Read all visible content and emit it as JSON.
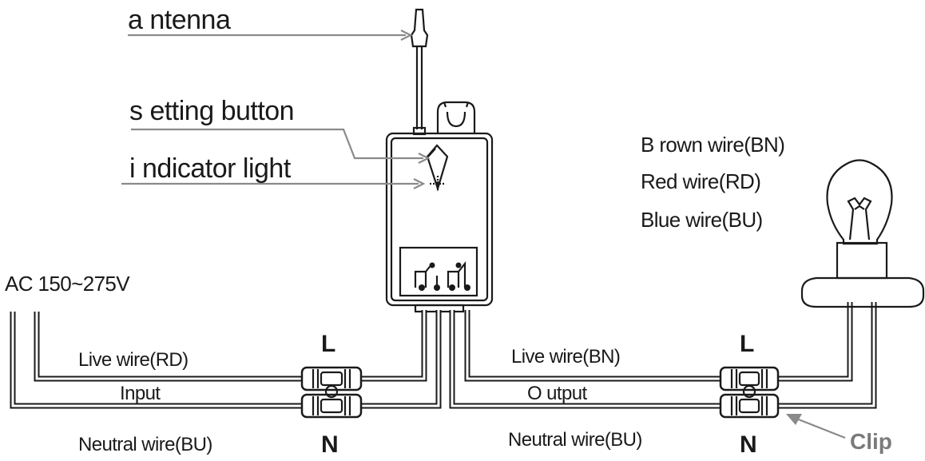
{
  "callouts": {
    "antenna": "a ntenna",
    "setting_button": "s etting button",
    "indicator_light": "i ndicator light"
  },
  "legend": {
    "brown": "B rown wire(BN)",
    "red": "Red wire(RD)",
    "blue": "Blue wire(BU)"
  },
  "power": {
    "ac": "AC 150~275V"
  },
  "input_side": {
    "live": "Live wire(RD)",
    "label": "Input",
    "neutral": "Neutral wire(BU)",
    "L": "L",
    "N": "N"
  },
  "output_side": {
    "live": "Live wire(BN)",
    "label": "O utput",
    "neutral": "Neutral wire(BU)",
    "L": "L",
    "N": "N"
  },
  "clip_label": "Clip",
  "colors": {
    "line": "#1a1a1a",
    "leader": "#8a8a8a",
    "clip_text": "#7a7a7a"
  }
}
